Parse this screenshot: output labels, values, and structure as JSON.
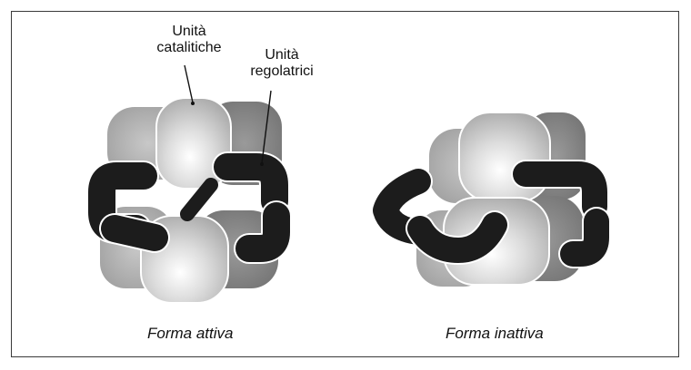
{
  "labels": {
    "catalytic_line1": "Unità",
    "catalytic_line2": "catalitiche",
    "regulatory_line1": "Unità",
    "regulatory_line2": "regolatrici"
  },
  "captions": {
    "active": "Forma attiva",
    "inactive": "Forma inattiva"
  },
  "colors": {
    "catalytic_light": "#e6e6e6",
    "catalytic_mid": "#b5b5b5",
    "catalytic_dark": "#8a8a8a",
    "regulatory": "#1c1c1c",
    "frame": "#3a3a3a"
  }
}
